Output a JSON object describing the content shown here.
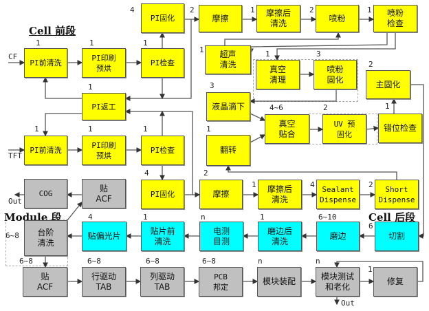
{
  "colors": {
    "yellow": "#ffff00",
    "cyan": "#00ffff",
    "gray": "#c0c0c0"
  },
  "sections": {
    "cell_front": "Cell 前段",
    "cell_back": "Cell 后段",
    "module": "Module 段"
  },
  "io_labels": {
    "cf": "CF",
    "tft": "TFT",
    "out_cog": "Out",
    "out_test": "Out"
  },
  "nodes": [
    {
      "label": "PI固化",
      "count": "4",
      "color": "yellow"
    },
    {
      "label": "摩擦",
      "count": "2",
      "color": "yellow"
    },
    {
      "label": "摩擦后\n清洗",
      "count": "1",
      "color": "yellow"
    },
    {
      "label": "喷粉",
      "count": "2",
      "color": "yellow"
    },
    {
      "label": "喷粉\n检查",
      "count": "1",
      "color": "yellow"
    },
    {
      "label": "PI前清洗",
      "count": "1",
      "color": "yellow"
    },
    {
      "label": "PI印刷\n预烘",
      "count": "1",
      "color": "yellow"
    },
    {
      "label": "PI检查",
      "count": "1",
      "color": "yellow"
    },
    {
      "label": "超声\n清洗",
      "count": "1",
      "color": "yellow"
    },
    {
      "label": "真空\n清理",
      "count": "1",
      "color": "yellow"
    },
    {
      "label": "喷粉\n固化",
      "count": "3",
      "color": "yellow"
    },
    {
      "label": "主固化",
      "count": "2",
      "color": "yellow"
    },
    {
      "label": "PI返工",
      "count": "1",
      "color": "yellow"
    },
    {
      "label": "液晶滴下",
      "count": "3",
      "color": "yellow"
    },
    {
      "label": "真空\n贴合",
      "count": "4~6",
      "color": "yellow"
    },
    {
      "label": "UV 预\n固化",
      "count": "2",
      "color": "yellow"
    },
    {
      "label": "错位检查",
      "count": "1",
      "color": "yellow"
    },
    {
      "label": "翻转",
      "count": "1",
      "color": "yellow"
    },
    {
      "label": "PI前清洗",
      "count": "1",
      "color": "yellow"
    },
    {
      "label": "PI印刷\n预烘",
      "count": "1",
      "color": "yellow"
    },
    {
      "label": "PI检查",
      "count": "1",
      "color": "yellow"
    },
    {
      "label": "COG",
      "count": "",
      "color": "gray"
    },
    {
      "label": "贴\nACF",
      "count": "",
      "color": "gray"
    },
    {
      "label": "PI固化",
      "count": "4",
      "color": "yellow"
    },
    {
      "label": "摩擦",
      "count": "2",
      "color": "yellow"
    },
    {
      "label": "摩擦后\n清洗",
      "count": "1",
      "color": "yellow"
    },
    {
      "label": "Sealant\nDispense",
      "count": "4",
      "color": "yellow"
    },
    {
      "label": "Short\nDispense",
      "count": "2",
      "color": "yellow"
    },
    {
      "label": "台阶\n清洗",
      "count": "6~8",
      "color": "gray"
    },
    {
      "label": "贴偏光片",
      "count": "4",
      "color": "cyan"
    },
    {
      "label": "贴片前\n清洗",
      "count": "1",
      "color": "cyan"
    },
    {
      "label": "电测\n目测",
      "count": "n",
      "color": "cyan"
    },
    {
      "label": "磨边后\n清洗",
      "count": "1",
      "color": "cyan"
    },
    {
      "label": "磨边",
      "count": "6~10",
      "color": "cyan"
    },
    {
      "label": "切割",
      "count": "6",
      "color": "cyan"
    },
    {
      "label": "贴\nACF",
      "count": "6~8",
      "color": "gray"
    },
    {
      "label": "行驱动\nTAB",
      "count": "6~8",
      "color": "gray"
    },
    {
      "label": "列驱动\nTAB",
      "count": "6~8",
      "color": "gray"
    },
    {
      "label": "PCB\n邦定",
      "count": "6~8",
      "color": "gray"
    },
    {
      "label": "模块装配",
      "count": "n",
      "color": "gray"
    },
    {
      "label": "模块测试\n和老化",
      "count": "n",
      "color": "gray"
    },
    {
      "label": "修复",
      "count": "1",
      "color": "gray"
    }
  ]
}
